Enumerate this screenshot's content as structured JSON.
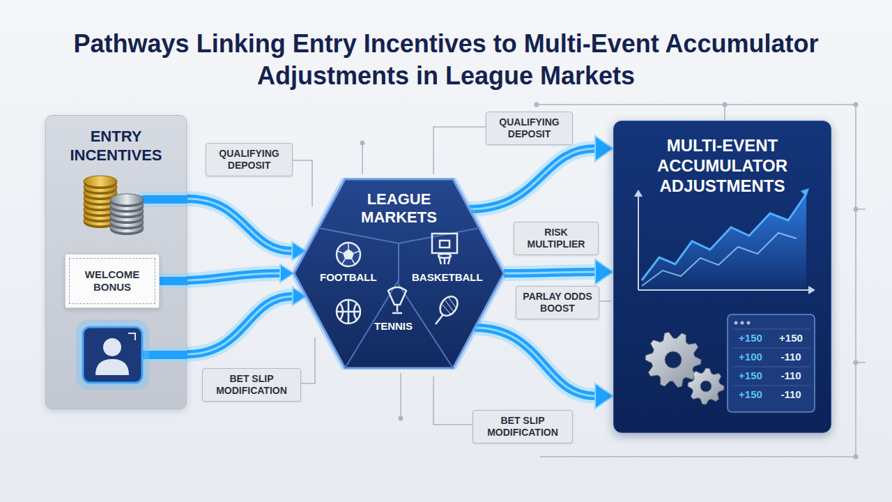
{
  "diagram": {
    "title": "Pathways Linking Entry Incentives to Multi-Event Accumulator Adjustments in League Markets",
    "nodes": [
      {
        "text": [
          "ENTRY INCENTIVES"
        ]
      },
      {
        "text": [
          "WELCOME BONUS"
        ],
        "in": 0
      },
      {
        "text": [
          "LEAGUE MARKETS"
        ]
      },
      {
        "text": [
          "FOOTBALL"
        ],
        "in": 2
      },
      {
        "text": [
          "BASKETBALL"
        ],
        "in": 2
      },
      {
        "text": [
          "TENNIS"
        ],
        "in": 2
      },
      {
        "text": [
          "MULTI-EVENT ACCUMULATOR ADJUSTMENTS"
        ]
      }
    ],
    "edges": [
      {
        "from": 0,
        "to": 2,
        "arrow": "to",
        "label": "QUALIFYING DEPOSIT"
      },
      {
        "from": 1,
        "to": 2,
        "arrow": "to"
      },
      {
        "from": 0,
        "to": 2,
        "arrow": "to",
        "label": "BET SLIP MODIFICATION"
      },
      {
        "from": 2,
        "to": 6,
        "arrow": "to",
        "label": "QUALIFYING DEPOSIT"
      },
      {
        "from": 2,
        "to": 6,
        "arrow": "to",
        "label": "RISK MULTIPLIER"
      },
      {
        "from": 2,
        "to": 6,
        "arrow": "to",
        "label": "BET SLIP MODIFICATION"
      }
    ],
    "labels": [
      "PARLAY ODDS BOOST",
      "+150",
      "+150",
      "+100",
      "-110",
      "+150",
      "-110",
      "+150",
      "-110"
    ]
  }
}
